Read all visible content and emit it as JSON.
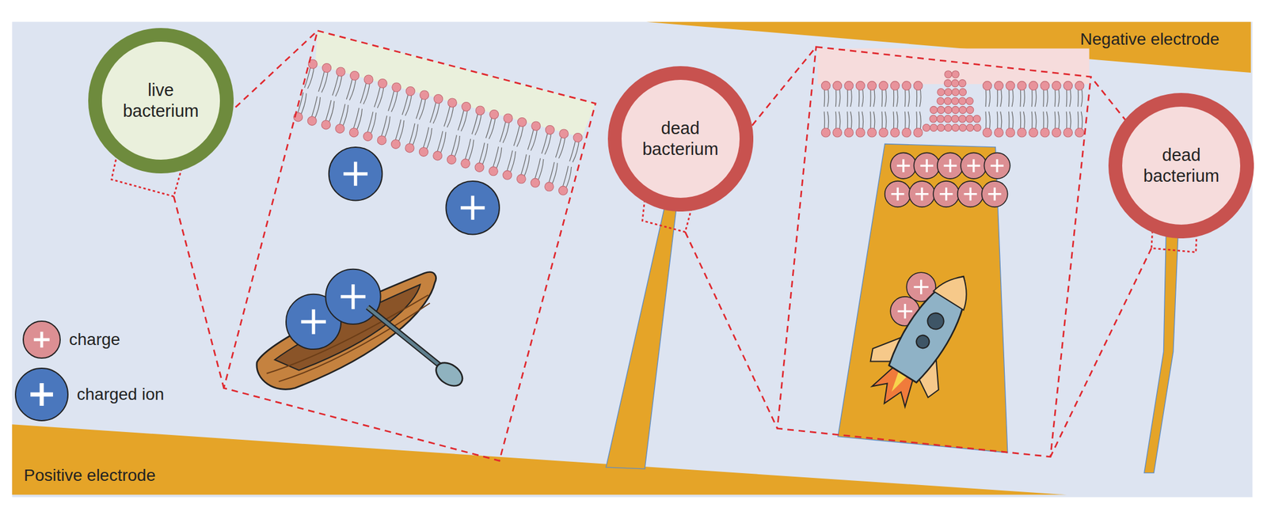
{
  "diagram": {
    "nodes": [
      {
        "text": [
          "live bacterium"
        ]
      },
      {
        "text": [
          "dead bacterium"
        ]
      },
      {
        "text": [
          "dead bacterium"
        ]
      }
    ],
    "edges": [],
    "labels": [
      "Negative electrode",
      "Positive electrode"
    ],
    "legend": [
      {
        "text": "charge",
        "color": "#dc8f93"
      },
      {
        "text": "charged ion",
        "color": "#4a77bd"
      }
    ]
  }
}
